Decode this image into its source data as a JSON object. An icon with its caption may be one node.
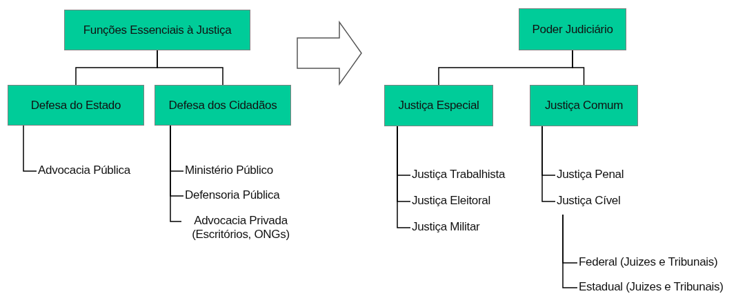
{
  "diagram": {
    "nodes": [
      {
        "text": [
          "Funções Essenciais à Justiça"
        ]
      },
      {
        "text": [
          "Defesa do Estado"
        ]
      },
      {
        "text": [
          "Defesa dos Cidadãos"
        ]
      },
      {
        "text": [
          "Advocacia Pública"
        ]
      },
      {
        "text": [
          "Ministério Público"
        ]
      },
      {
        "text": [
          "Defensoria Pública"
        ]
      },
      {
        "text": [
          "Advocacia Privada (Escritórios, ONGs)"
        ]
      },
      {
        "text": [
          "Poder Judiciário"
        ]
      },
      {
        "text": [
          "Justiça Especial"
        ]
      },
      {
        "text": [
          "Justiça Comum"
        ]
      },
      {
        "text": [
          "Justiça Trabalhista"
        ]
      },
      {
        "text": [
          "Justiça Eleitoral"
        ]
      },
      {
        "text": [
          "Justiça Militar"
        ]
      },
      {
        "text": [
          "Justiça Penal"
        ]
      },
      {
        "text": [
          "Justiça Cível"
        ]
      },
      {
        "text": [
          "Federal (Juizes e Tribunais)"
        ]
      },
      {
        "text": [
          "Estadual (Juizes e Tribunais)"
        ]
      }
    ],
    "edges": [
      {
        "from": 0,
        "to": 1,
        "arrow": "none"
      },
      {
        "from": 0,
        "to": 2,
        "arrow": "none"
      },
      {
        "from": 1,
        "to": 3,
        "arrow": "none"
      },
      {
        "from": 2,
        "to": 4,
        "arrow": "none"
      },
      {
        "from": 2,
        "to": 5,
        "arrow": "none"
      },
      {
        "from": 2,
        "to": 6,
        "arrow": "none"
      },
      {
        "from": 7,
        "to": 8,
        "arrow": "none"
      },
      {
        "from": 7,
        "to": 9,
        "arrow": "none"
      },
      {
        "from": 8,
        "to": 10,
        "arrow": "none"
      },
      {
        "from": 8,
        "to": 11,
        "arrow": "none"
      },
      {
        "from": 8,
        "to": 12,
        "arrow": "none"
      },
      {
        "from": 9,
        "to": 13,
        "arrow": "none"
      },
      {
        "from": 9,
        "to": 14,
        "arrow": "none"
      },
      {
        "from": 14,
        "to": 15,
        "arrow": "none"
      },
      {
        "from": 14,
        "to": 16,
        "arrow": "none"
      }
    ]
  }
}
